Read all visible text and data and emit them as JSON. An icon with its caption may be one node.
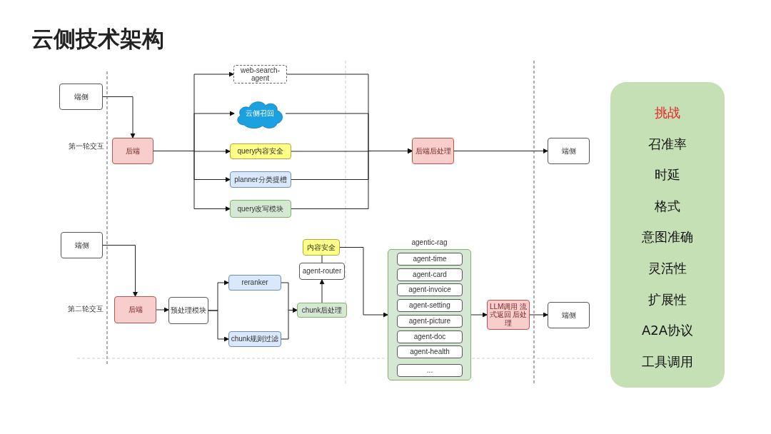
{
  "diagram": {
    "title": "云侧技术架构",
    "nodes": [
      {
        "text": [
          "端侧"
        ]
      },
      {
        "text": [
          "后端"
        ]
      },
      {
        "text": [
          "web-search-agent"
        ]
      },
      {
        "text": [
          "云侧召回"
        ]
      },
      {
        "text": [
          "query内容安全"
        ]
      },
      {
        "text": [
          "planner分类提槽"
        ]
      },
      {
        "text": [
          "query改写模块"
        ]
      },
      {
        "text": [
          "后端后处理"
        ]
      },
      {
        "text": [
          "端侧"
        ]
      },
      {
        "text": [
          "端侧"
        ]
      },
      {
        "text": [
          "后端"
        ]
      },
      {
        "text": [
          "预处理模块"
        ]
      },
      {
        "text": [
          "reranker"
        ]
      },
      {
        "text": [
          "chunk规则过滤"
        ]
      },
      {
        "text": [
          "chunk后处理"
        ]
      },
      {
        "text": [
          "agent-router"
        ]
      },
      {
        "text": [
          "内容安全"
        ]
      },
      {
        "text": [
          "agentic-rag"
        ]
      },
      {
        "text": [
          "agent-time"
        ],
        "in": 17
      },
      {
        "text": [
          "agent-card"
        ],
        "in": 17
      },
      {
        "text": [
          "agent-invoice"
        ],
        "in": 17
      },
      {
        "text": [
          "agent-setting"
        ],
        "in": 17
      },
      {
        "text": [
          "agent-picture"
        ],
        "in": 17
      },
      {
        "text": [
          "agent-doc"
        ],
        "in": 17
      },
      {
        "text": [
          "agent-health"
        ],
        "in": 17
      },
      {
        "text": [
          "..."
        ],
        "in": 17
      },
      {
        "text": [
          "LLM调用 流式返回 后处理"
        ]
      },
      {
        "text": [
          "端侧"
        ]
      },
      {
        "text": [
          "挑战",
          "召准率",
          "时延",
          "格式",
          "意图准确",
          "灵活性",
          "扩展性",
          "A2A协议",
          "工具调用"
        ]
      }
    ],
    "edges": [
      {
        "from": 0,
        "to": 1,
        "arrow": "to"
      },
      {
        "from": 1,
        "to": 2,
        "arrow": "to"
      },
      {
        "from": 1,
        "to": 3,
        "arrow": "to"
      },
      {
        "from": 1,
        "to": 4,
        "arrow": "to"
      },
      {
        "from": 1,
        "to": 5,
        "arrow": "to"
      },
      {
        "from": 1,
        "to": 6,
        "arrow": "to"
      },
      {
        "from": 2,
        "to": 7,
        "arrow": "to"
      },
      {
        "from": 3,
        "to": 7,
        "arrow": "to"
      },
      {
        "from": 4,
        "to": 7,
        "arrow": "to"
      },
      {
        "from": 5,
        "to": 7,
        "arrow": "to"
      },
      {
        "from": 6,
        "to": 7,
        "arrow": "to"
      },
      {
        "from": 7,
        "to": 8,
        "arrow": "to"
      },
      {
        "from": 9,
        "to": 10,
        "arrow": "to"
      },
      {
        "from": 10,
        "to": 11,
        "arrow": "to"
      },
      {
        "from": 11,
        "to": 12,
        "arrow": "to"
      },
      {
        "from": 11,
        "to": 13,
        "arrow": "to"
      },
      {
        "from": 12,
        "to": 14,
        "arrow": "to"
      },
      {
        "from": 13,
        "to": 14,
        "arrow": "to"
      },
      {
        "from": 14,
        "to": 15,
        "arrow": "to"
      },
      {
        "from": 15,
        "to": 16,
        "arrow": "none"
      },
      {
        "from": 16,
        "to": 17,
        "arrow": "to"
      },
      {
        "from": 17,
        "to": 26,
        "arrow": "to"
      },
      {
        "from": 26,
        "to": 27,
        "arrow": "to"
      }
    ],
    "labels": [
      "第一轮交互",
      "第二轮交互"
    ]
  }
}
